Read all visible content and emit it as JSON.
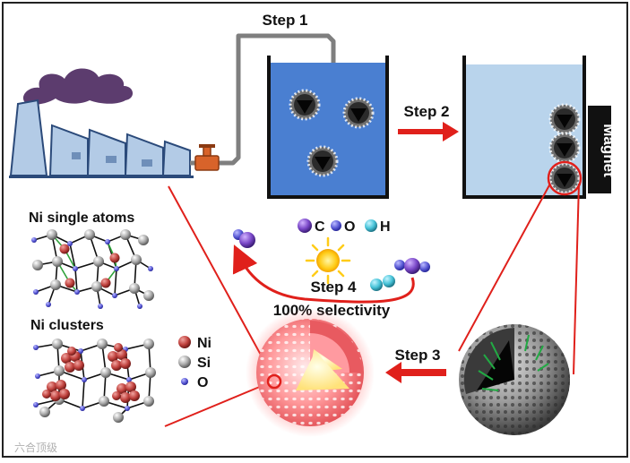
{
  "steps": {
    "step1": "Step 1",
    "step2": "Step 2",
    "step3": "Step 3",
    "step4": "Step 4"
  },
  "magnet_label": "Magnet",
  "selectivity_label": "100% selectivity",
  "legend_top": {
    "c": "C",
    "o": "O",
    "h": "H"
  },
  "panels": {
    "single_atoms_title": "Ni single atoms",
    "clusters_title": "Ni clusters"
  },
  "legend_bottom": {
    "ni": "Ni",
    "si": "Si",
    "o": "O"
  },
  "watermark": "六合顶级",
  "colors": {
    "water_blue": "#4a7fd1",
    "water_light": "#b9d4ec",
    "arrow_red": "#e0201b",
    "magnet": "#111111",
    "carbon": "#7a48c8",
    "hydrogen": "#47c3d8",
    "nickel": "#c0423e",
    "silicon": "#a0a0a0",
    "oxygen": "#5b5bd6"
  }
}
